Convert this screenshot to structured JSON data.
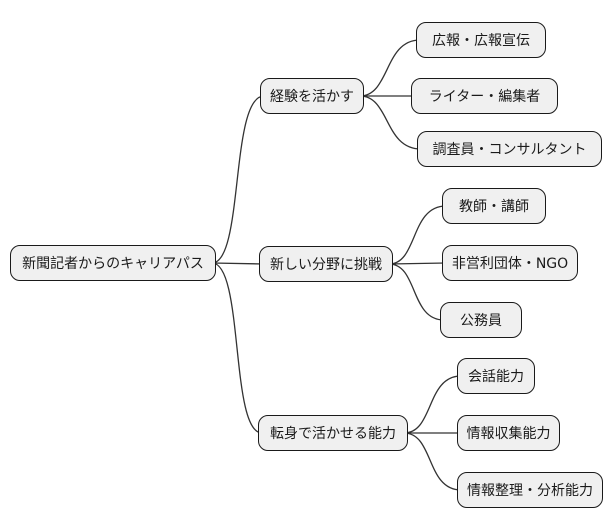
{
  "diagram": {
    "type": "mindmap",
    "root": {
      "label": "新聞記者からのキャリアパス"
    },
    "branches": [
      {
        "label": "経験を活かす",
        "children": [
          {
            "label": "広報・広報宣伝"
          },
          {
            "label": "ライター・編集者"
          },
          {
            "label": "調査員・コンサルタント"
          }
        ]
      },
      {
        "label": "新しい分野に挑戦",
        "children": [
          {
            "label": "教師・講師"
          },
          {
            "label": "非営利団体・NGO"
          },
          {
            "label": "公務員"
          }
        ]
      },
      {
        "label": "転身で活かせる能力",
        "children": [
          {
            "label": "会話能力"
          },
          {
            "label": "情報収集能力"
          },
          {
            "label": "情報整理・分析能力"
          }
        ]
      }
    ],
    "colors": {
      "node_fill": "#f0f0f0",
      "node_border": "#1a1a1a",
      "connector": "#333333",
      "text": "#1a1a1a",
      "background": "#ffffff"
    }
  }
}
